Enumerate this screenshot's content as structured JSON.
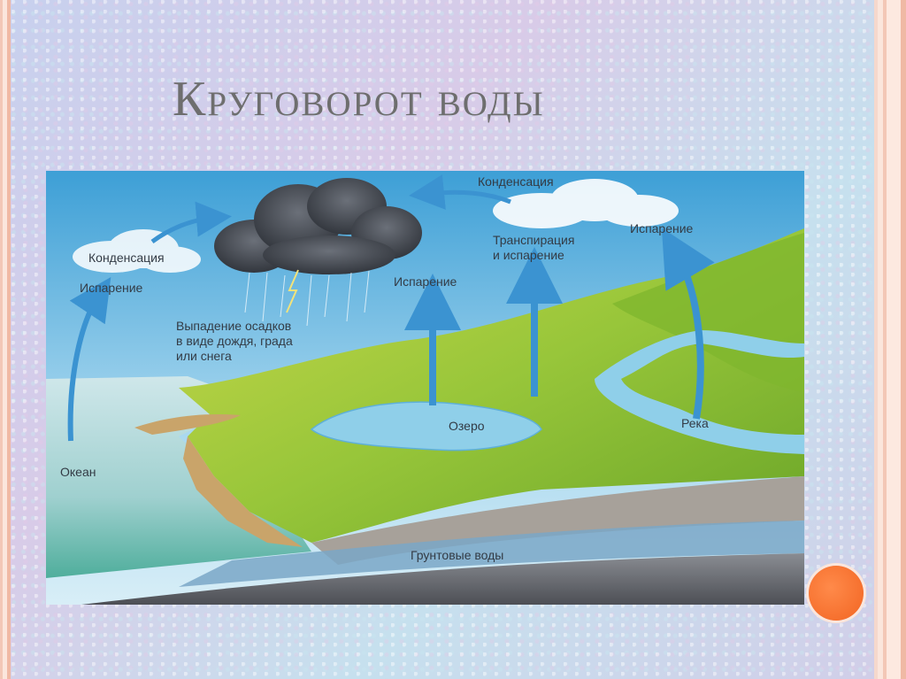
{
  "slide": {
    "title": "Круговорот воды"
  },
  "diagram": {
    "labels": {
      "condensation_left": "Конденсация",
      "evaporation_left": "Испарение",
      "precipitation": "Выпадение осадков\nв виде дождя, града\nили снега",
      "ocean": "Океан",
      "evaporation_center": "Испарение",
      "lake": "Озеро",
      "condensation_top": "Конденсация",
      "transpiration": "Транспирация\nи испарение",
      "evaporation_right": "Испарение",
      "river": "Река",
      "groundwater": "Грунтовые воды"
    },
    "colors": {
      "sky": "#4aa8d8",
      "arrow": "#3b93d1",
      "land": "#8cbf2a",
      "water": "#7cc6e6",
      "cloud_dark": "#4a4f59",
      "accent_dot": "#f26522"
    }
  }
}
